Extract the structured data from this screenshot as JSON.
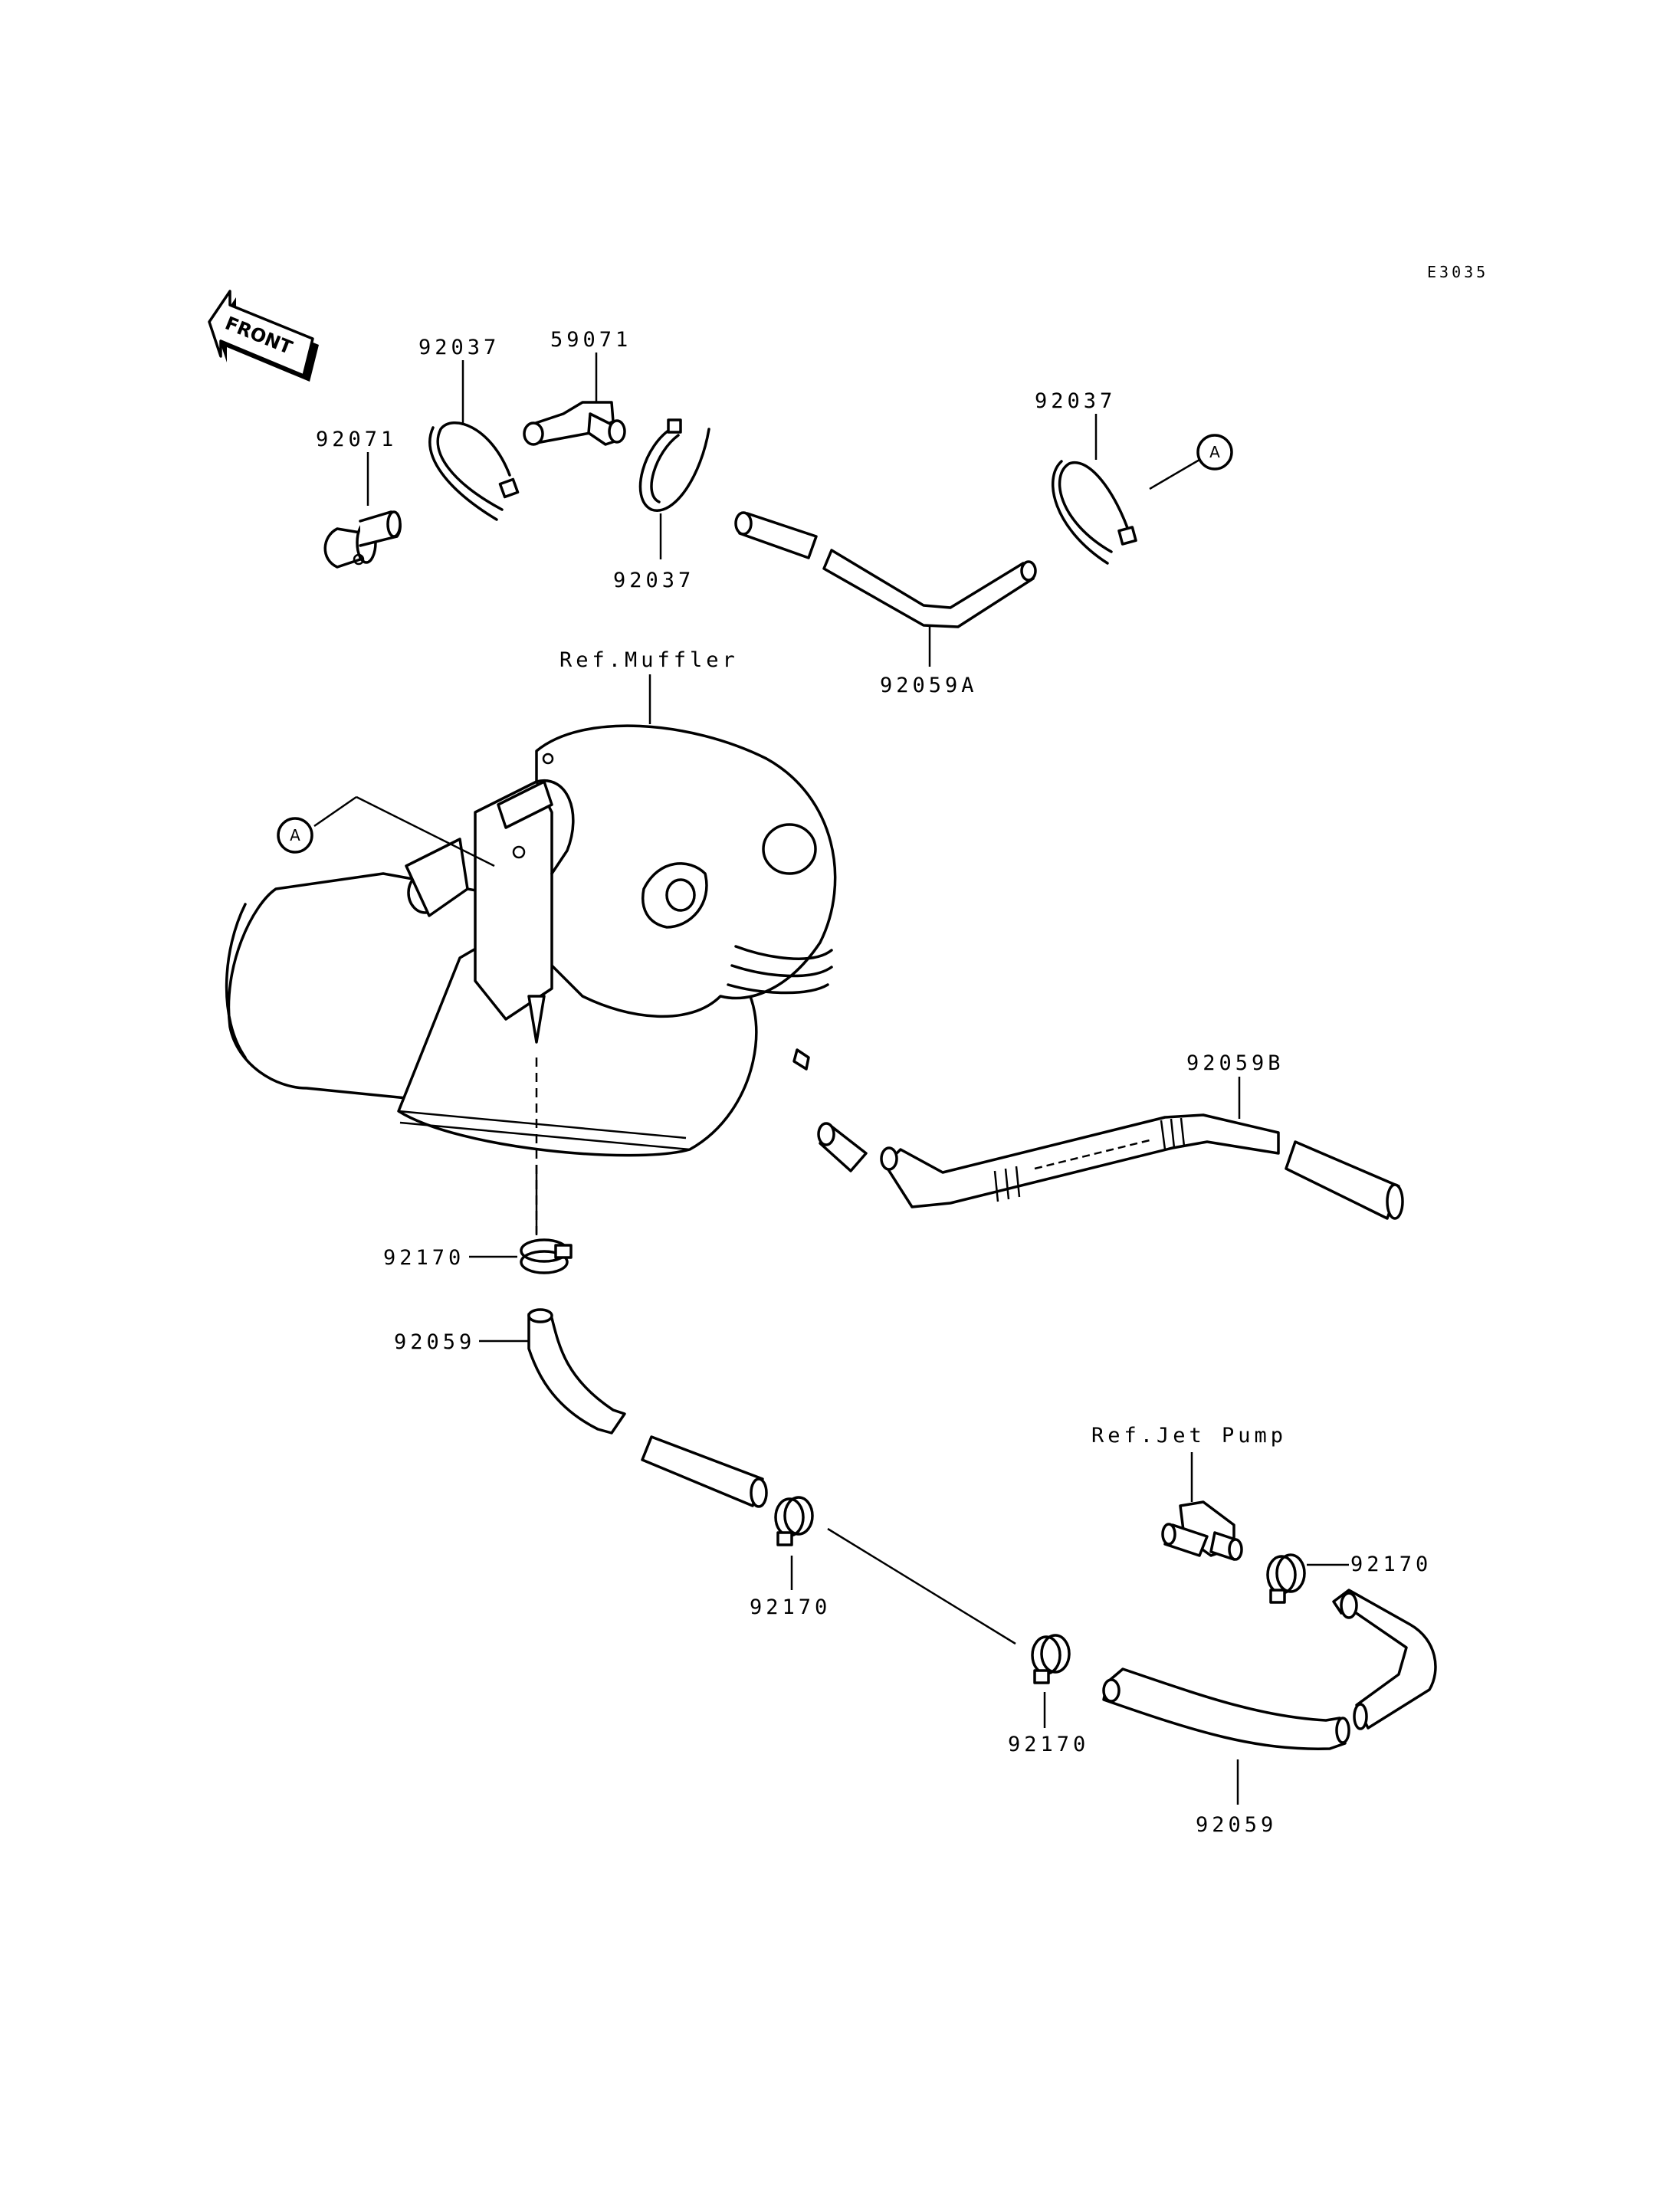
{
  "diagram_code": "E3035",
  "front_label": "FRONT",
  "labels": {
    "p92071": "92071",
    "p92037_a": "92037",
    "p59071": "59071",
    "p92037_b": "92037",
    "p92037_c": "92037",
    "p92059A": "92059A",
    "ref_muffler": "Ref.Muffler",
    "p92059B": "92059B",
    "p92170_a": "92170",
    "p92059_a": "92059",
    "p92170_b": "92170",
    "ref_jet_pump": "Ref.Jet Pump",
    "p92170_c": "92170",
    "p92170_d": "92170",
    "p92059_b": "92059"
  },
  "markers": {
    "a_top": "A",
    "a_muffler": "A"
  }
}
